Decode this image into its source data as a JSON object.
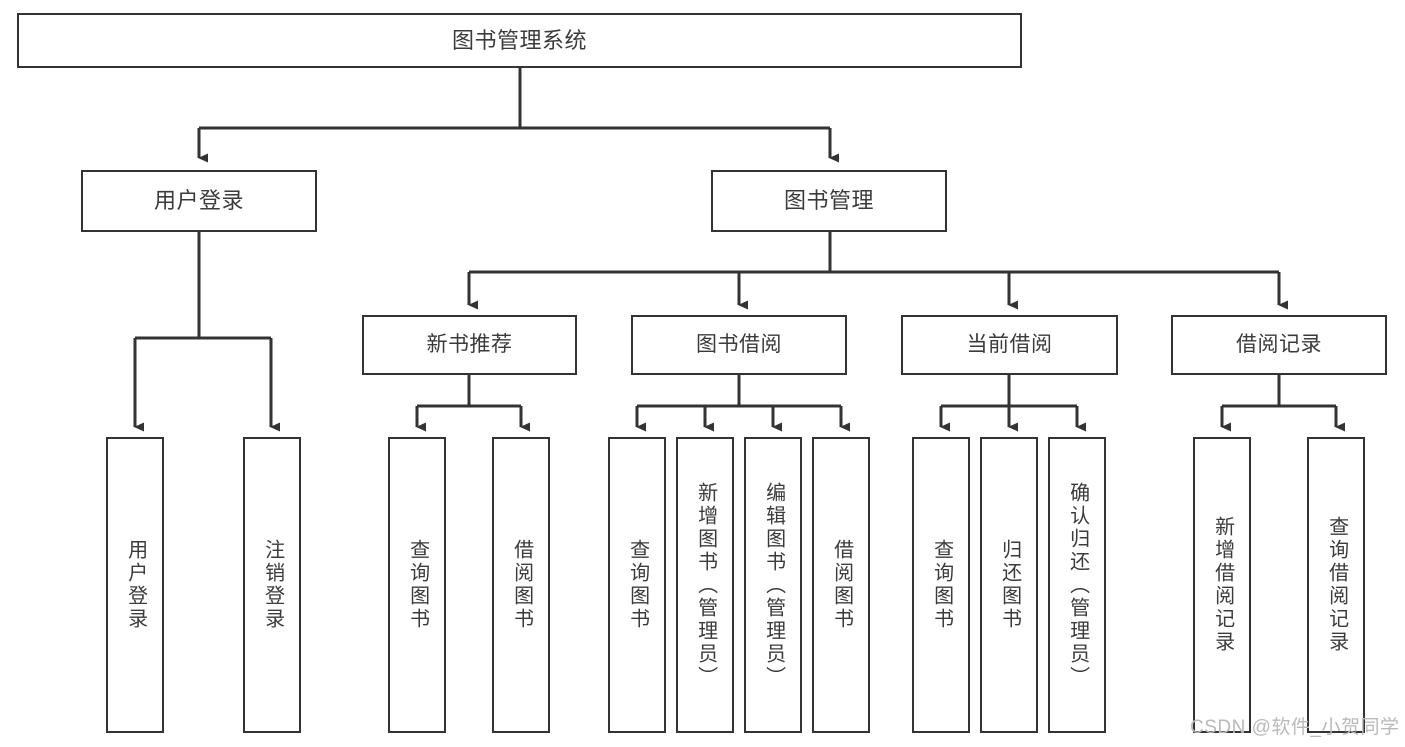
{
  "diagram": {
    "title": "图书管理系统",
    "type": "tree-hierarchy-diagram",
    "colors": {
      "box_border": "#333333",
      "box_fill": "#ffffff",
      "connector": "#333333",
      "text": "#3b3b3b",
      "watermark": "#b9b9b9",
      "background": "#ffffff"
    },
    "nodes": {
      "root": {
        "label": "图书管理系统"
      },
      "level2": [
        {
          "label": "用户登录"
        },
        {
          "label": "图书管理"
        }
      ],
      "level3": [
        {
          "label": "新书推荐"
        },
        {
          "label": "图书借阅"
        },
        {
          "label": "当前借阅"
        },
        {
          "label": "借阅记录"
        }
      ],
      "leaves": {
        "user_login": [
          {
            "label": "用户登录"
          },
          {
            "label": "注销登录"
          }
        ],
        "new_book_recommend": [
          {
            "label": "查询图书"
          },
          {
            "label": "借阅图书"
          }
        ],
        "book_borrow": [
          {
            "label": "查询图书"
          },
          {
            "label": "新增图书（管理员）"
          },
          {
            "label": "编辑图书（管理员）"
          },
          {
            "label": "借阅图书"
          }
        ],
        "current_borrow": [
          {
            "label": "查询图书"
          },
          {
            "label": "归还图书"
          },
          {
            "label": "确认归还（管理员）"
          }
        ],
        "borrow_record": [
          {
            "label": "新增借阅记录"
          },
          {
            "label": "查询借阅记录"
          }
        ]
      }
    },
    "watermark": "CSDN @软件_小贺同学"
  }
}
